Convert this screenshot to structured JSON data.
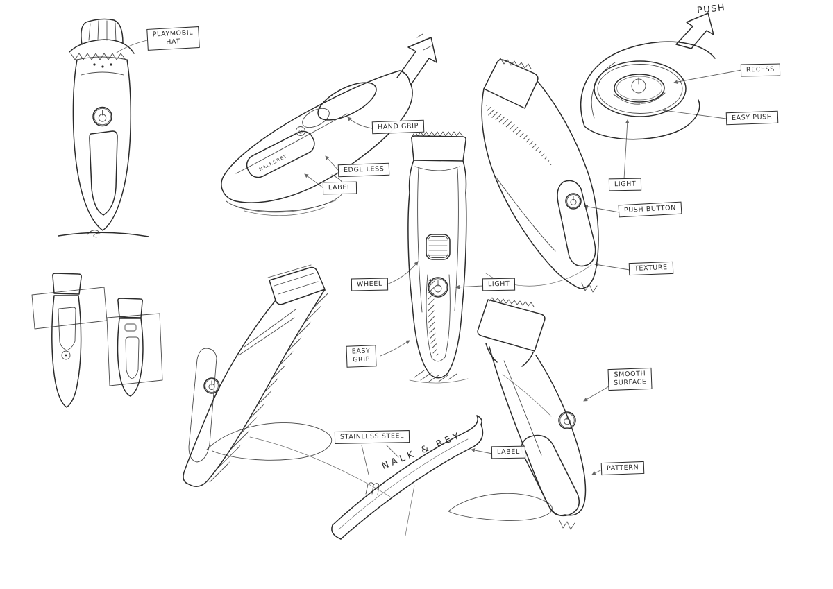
{
  "sheet": {
    "type": "industrial-design-sketch",
    "subject": "beard trimmer concept sketches"
  },
  "colors": {
    "ink": "#2b2b2b",
    "paper": "#ffffff"
  },
  "labels": {
    "playmobil_hat": "PLAYMOBIL\nHAT",
    "hand_grip": "HAND GRIP",
    "edge_less": "EDGE LESS",
    "label_top": "LABEL",
    "push": "PUSH",
    "recess": "RECESS",
    "easy_push": "EASY PUSH",
    "light_top": "LIGHT",
    "push_button": "PUSH BUTTON",
    "texture": "TEXTURE",
    "wheel": "WHEEL",
    "light_mid": "LIGHT",
    "easy_grip": "EASY\nGRIP",
    "smooth_surface": "SMOOTH\nSURFACE",
    "stainless_steel": "STAINLESS STEEL",
    "label_bottom": "LABEL",
    "pattern": "PATTERN",
    "brand": "NALK & REY",
    "brand_small": "NALK&REY"
  }
}
